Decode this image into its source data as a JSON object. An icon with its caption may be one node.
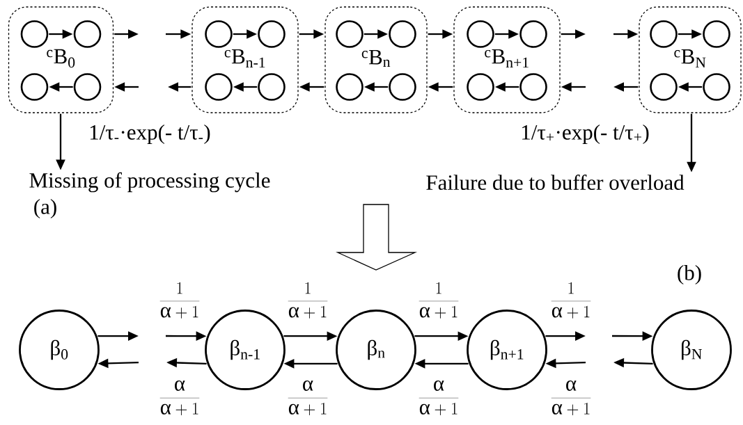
{
  "diagram": {
    "nodes": [
      {
        "text": [
          "$^{c}$B$_{0}$"
        ]
      },
      {
        "text": [],
        "shape": "circle",
        "in": 0
      },
      {
        "text": [],
        "shape": "circle",
        "in": 0
      },
      {
        "text": [],
        "shape": "circle",
        "in": 0
      },
      {
        "text": [],
        "shape": "circle",
        "in": 0
      },
      {
        "text": [
          "$^{c}$B$_{n-1}$"
        ]
      },
      {
        "text": [],
        "shape": "circle",
        "in": 5
      },
      {
        "text": [],
        "shape": "circle",
        "in": 5
      },
      {
        "text": [],
        "shape": "circle",
        "in": 5
      },
      {
        "text": [],
        "shape": "circle",
        "in": 5
      },
      {
        "text": [
          "$^{c}$B$_{n}$"
        ]
      },
      {
        "text": [],
        "shape": "circle",
        "in": 10
      },
      {
        "text": [],
        "shape": "circle",
        "in": 10
      },
      {
        "text": [],
        "shape": "circle",
        "in": 10
      },
      {
        "text": [],
        "shape": "circle",
        "in": 10
      },
      {
        "text": [
          "$^{c}$B$_{n+1}$"
        ]
      },
      {
        "text": [],
        "shape": "circle",
        "in": 15
      },
      {
        "text": [],
        "shape": "circle",
        "in": 15
      },
      {
        "text": [],
        "shape": "circle",
        "in": 15
      },
      {
        "text": [],
        "shape": "circle",
        "in": 15
      },
      {
        "text": [
          "$^{c}$B$_{N}$"
        ]
      },
      {
        "text": [],
        "shape": "circle",
        "in": 20
      },
      {
        "text": [],
        "shape": "circle",
        "in": 20
      },
      {
        "text": [],
        "shape": "circle",
        "in": 20
      },
      {
        "text": [],
        "shape": "circle",
        "in": 20
      },
      {
        "text": [
          "Missing of processing cycle"
        ]
      },
      {
        "text": [
          "Failure due to buffer overload"
        ]
      },
      {
        "text": [
          "β$_{0}$"
        ]
      },
      {
        "text": [
          "β$_{n-1}$"
        ]
      },
      {
        "text": [
          "β$_{n}$"
        ]
      },
      {
        "text": [
          "β$_{n+1}$"
        ]
      },
      {
        "text": [
          "β$_{N}$"
        ]
      }
    ],
    "edges": [
      {
        "from": 1,
        "to": 2,
        "arrow": "to"
      },
      {
        "from": 4,
        "to": 3,
        "arrow": "to"
      },
      {
        "from": 6,
        "to": 7,
        "arrow": "to"
      },
      {
        "from": 9,
        "to": 8,
        "arrow": "to"
      },
      {
        "from": 11,
        "to": 12,
        "arrow": "to"
      },
      {
        "from": 14,
        "to": 13,
        "arrow": "to"
      },
      {
        "from": 16,
        "to": 17,
        "arrow": "to"
      },
      {
        "from": 19,
        "to": 18,
        "arrow": "to"
      },
      {
        "from": 21,
        "to": 22,
        "arrow": "to"
      },
      {
        "from": 24,
        "to": 23,
        "arrow": "to"
      },
      {
        "from": 0,
        "to": null,
        "arrow": "to"
      },
      {
        "from": null,
        "to": 5,
        "arrow": "to"
      },
      {
        "from": 5,
        "to": 10,
        "arrow": "to"
      },
      {
        "from": 10,
        "to": 15,
        "arrow": "to"
      },
      {
        "from": 15,
        "to": null,
        "arrow": "to"
      },
      {
        "from": null,
        "to": 20,
        "arrow": "to"
      },
      {
        "from": null,
        "to": 0,
        "arrow": "to"
      },
      {
        "from": 5,
        "to": null,
        "arrow": "to"
      },
      {
        "from": 10,
        "to": 5,
        "arrow": "to"
      },
      {
        "from": 15,
        "to": 10,
        "arrow": "to"
      },
      {
        "from": null,
        "to": 15,
        "arrow": "to"
      },
      {
        "from": 20,
        "to": null,
        "arrow": "to"
      },
      {
        "from": 0,
        "to": 25,
        "arrow": "to",
        "label": "1/τ$_{-}$·exp(- t/τ$_{-}$)"
      },
      {
        "from": 20,
        "to": 26,
        "arrow": "to",
        "label": "1/τ$_{+}$·exp(- t/τ$_{+}$)"
      },
      {
        "from": 27,
        "to": null,
        "arrow": "to"
      },
      {
        "from": null,
        "to": 28,
        "arrow": "to",
        "label": "\\frac{1}{\\mathrm{α}+1}"
      },
      {
        "from": 28,
        "to": 29,
        "arrow": "to",
        "label": "\\frac{1}{\\mathrm{α}+1}"
      },
      {
        "from": 29,
        "to": 30,
        "arrow": "to",
        "label": "\\frac{1}{\\mathrm{α}+1}"
      },
      {
        "from": 30,
        "to": null,
        "arrow": "to",
        "label": "\\frac{1}{\\mathrm{α}+1}"
      },
      {
        "from": null,
        "to": 31,
        "arrow": "to"
      },
      {
        "from": null,
        "to": 27,
        "arrow": "to"
      },
      {
        "from": 28,
        "to": null,
        "arrow": "to",
        "label": "\\frac{\\mathrm{α}}{\\mathrm{α}+1}"
      },
      {
        "from": 29,
        "to": 28,
        "arrow": "to",
        "label": "\\frac{\\mathrm{α}}{\\mathrm{α}+1}"
      },
      {
        "from": 30,
        "to": 29,
        "arrow": "to",
        "label": "\\frac{\\mathrm{α}}{\\mathrm{α}+1}"
      },
      {
        "from": null,
        "to": 30,
        "arrow": "to",
        "label": "\\frac{\\mathrm{α}}{\\mathrm{α}+1}"
      },
      {
        "from": 31,
        "to": null,
        "arrow": "to"
      }
    ],
    "labels": [
      "(a)",
      "(b)"
    ]
  }
}
